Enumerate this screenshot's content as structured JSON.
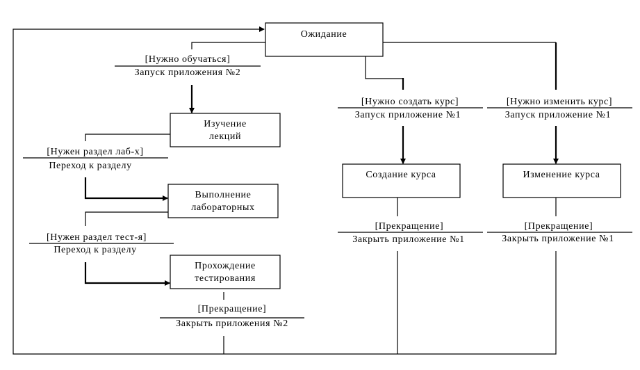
{
  "states": {
    "waiting": "Ожидание",
    "lectures": [
      "Изучение",
      "лекций"
    ],
    "labs": [
      "Выполнение",
      "лабораторных"
    ],
    "testing": [
      "Прохождение",
      "тестирования"
    ],
    "create_course": "Создание курса",
    "edit_course": "Изменение курса"
  },
  "transitions": {
    "learn": {
      "guard": "[Нужно обучаться]",
      "action": "Запуск приложения №2"
    },
    "to_labs": {
      "guard": "[Нужен раздел лаб-х]",
      "action": "Переход к разделу"
    },
    "to_tests": {
      "guard": "[Нужен раздел тест-я]",
      "action": "Переход к разделу"
    },
    "stop_learning": {
      "guard": "[Прекращение]",
      "action": "Закрыть приложения №2"
    },
    "create": {
      "guard": "[Нужно создать курс]",
      "action": "Запуск приложение №1"
    },
    "edit": {
      "guard": "[Нужно изменить курс]",
      "action": "Запуск приложение №1"
    },
    "stop_create": {
      "guard": "[Прекращение]",
      "action": "Закрыть приложение №1"
    },
    "stop_edit": {
      "guard": "[Прекращение]",
      "action": "Закрыть приложение №1"
    }
  }
}
